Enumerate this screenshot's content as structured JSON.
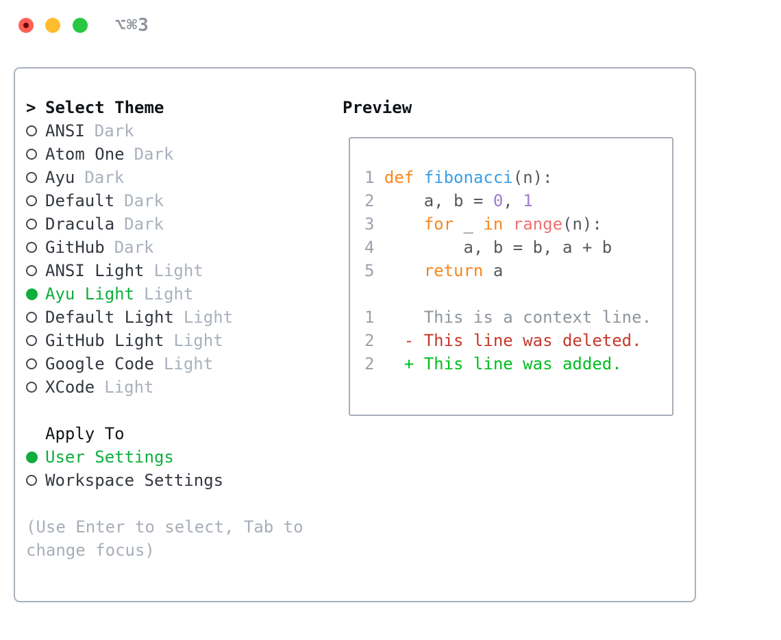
{
  "titlebar": {
    "shortcut": "⌥⌘3",
    "buttons": [
      "close",
      "minimize",
      "zoom"
    ]
  },
  "theme_picker": {
    "header_prefix": ">",
    "header": "Select Theme",
    "items": [
      {
        "name": "ANSI",
        "badge": "Dark",
        "selected": false
      },
      {
        "name": "Atom One",
        "badge": "Dark",
        "selected": false
      },
      {
        "name": "Ayu",
        "badge": "Dark",
        "selected": false
      },
      {
        "name": "Default",
        "badge": "Dark",
        "selected": false
      },
      {
        "name": "Dracula",
        "badge": "Dark",
        "selected": false
      },
      {
        "name": "GitHub",
        "badge": "Dark",
        "selected": false
      },
      {
        "name": "ANSI Light",
        "badge": "Light",
        "selected": false
      },
      {
        "name": "Ayu Light",
        "badge": "Light",
        "selected": true
      },
      {
        "name": "Default Light",
        "badge": "Light",
        "selected": false
      },
      {
        "name": "GitHub Light",
        "badge": "Light",
        "selected": false
      },
      {
        "name": "Google Code",
        "badge": "Light",
        "selected": false
      },
      {
        "name": "XCode",
        "badge": "Light",
        "selected": false
      }
    ]
  },
  "apply_to": {
    "header": "Apply To",
    "options": [
      {
        "name": "User Settings",
        "selected": true
      },
      {
        "name": "Workspace Settings",
        "selected": false
      }
    ]
  },
  "hint": "(Use Enter to select, Tab to change focus)",
  "preview": {
    "header": "Preview",
    "code_lines": [
      {
        "num": "1",
        "tokens": [
          {
            "t": "def",
            "c": "keyword"
          },
          {
            "t": " ",
            "c": "code_fg"
          },
          {
            "t": "fibonacci",
            "c": "function"
          },
          {
            "t": "(n):",
            "c": "code_fg"
          }
        ]
      },
      {
        "num": "2",
        "tokens": [
          {
            "t": "    a, b = ",
            "c": "code_fg"
          },
          {
            "t": "0",
            "c": "constant"
          },
          {
            "t": ", ",
            "c": "code_fg"
          },
          {
            "t": "1",
            "c": "constant"
          }
        ]
      },
      {
        "num": "3",
        "tokens": [
          {
            "t": "    ",
            "c": "code_fg"
          },
          {
            "t": "for",
            "c": "keyword"
          },
          {
            "t": " _ ",
            "c": "code_fg"
          },
          {
            "t": "in",
            "c": "keyword"
          },
          {
            "t": " ",
            "c": "code_fg"
          },
          {
            "t": "range",
            "c": "call"
          },
          {
            "t": "(n):",
            "c": "code_fg"
          }
        ]
      },
      {
        "num": "4",
        "tokens": [
          {
            "t": "        a, b = b, a + b",
            "c": "code_fg"
          }
        ]
      },
      {
        "num": "5",
        "tokens": [
          {
            "t": "    ",
            "c": "code_fg"
          },
          {
            "t": "return",
            "c": "keyword"
          },
          {
            "t": " a",
            "c": "code_fg"
          }
        ]
      }
    ],
    "diff_lines": [
      {
        "num": "1",
        "marker": "",
        "text": "This is a context line.",
        "type": "context"
      },
      {
        "num": "2",
        "marker": "-",
        "text": "This line was deleted.",
        "type": "deleted"
      },
      {
        "num": "2",
        "marker": "+",
        "text": "This line was added.",
        "type": "added"
      }
    ]
  },
  "colors": {
    "keyword": "#f8871d",
    "function": "#399ee6",
    "constant": "#a37acc",
    "call": "#f07171",
    "code_fg": "#55595e",
    "line_number": "#9aa2ac",
    "selected_green": "#0fae3d",
    "added_green": "#00bd1f",
    "deleted_red": "#c5392b",
    "context_gray": "#8f969e",
    "panel_border": "#a9b1ba",
    "item_text": "#33383f",
    "badge_text": "#a9b1bc",
    "hint_text": "#a7aeb8",
    "traffic_red": "#ff5f57",
    "traffic_yellow": "#febc2e",
    "traffic_green": "#28c840"
  }
}
